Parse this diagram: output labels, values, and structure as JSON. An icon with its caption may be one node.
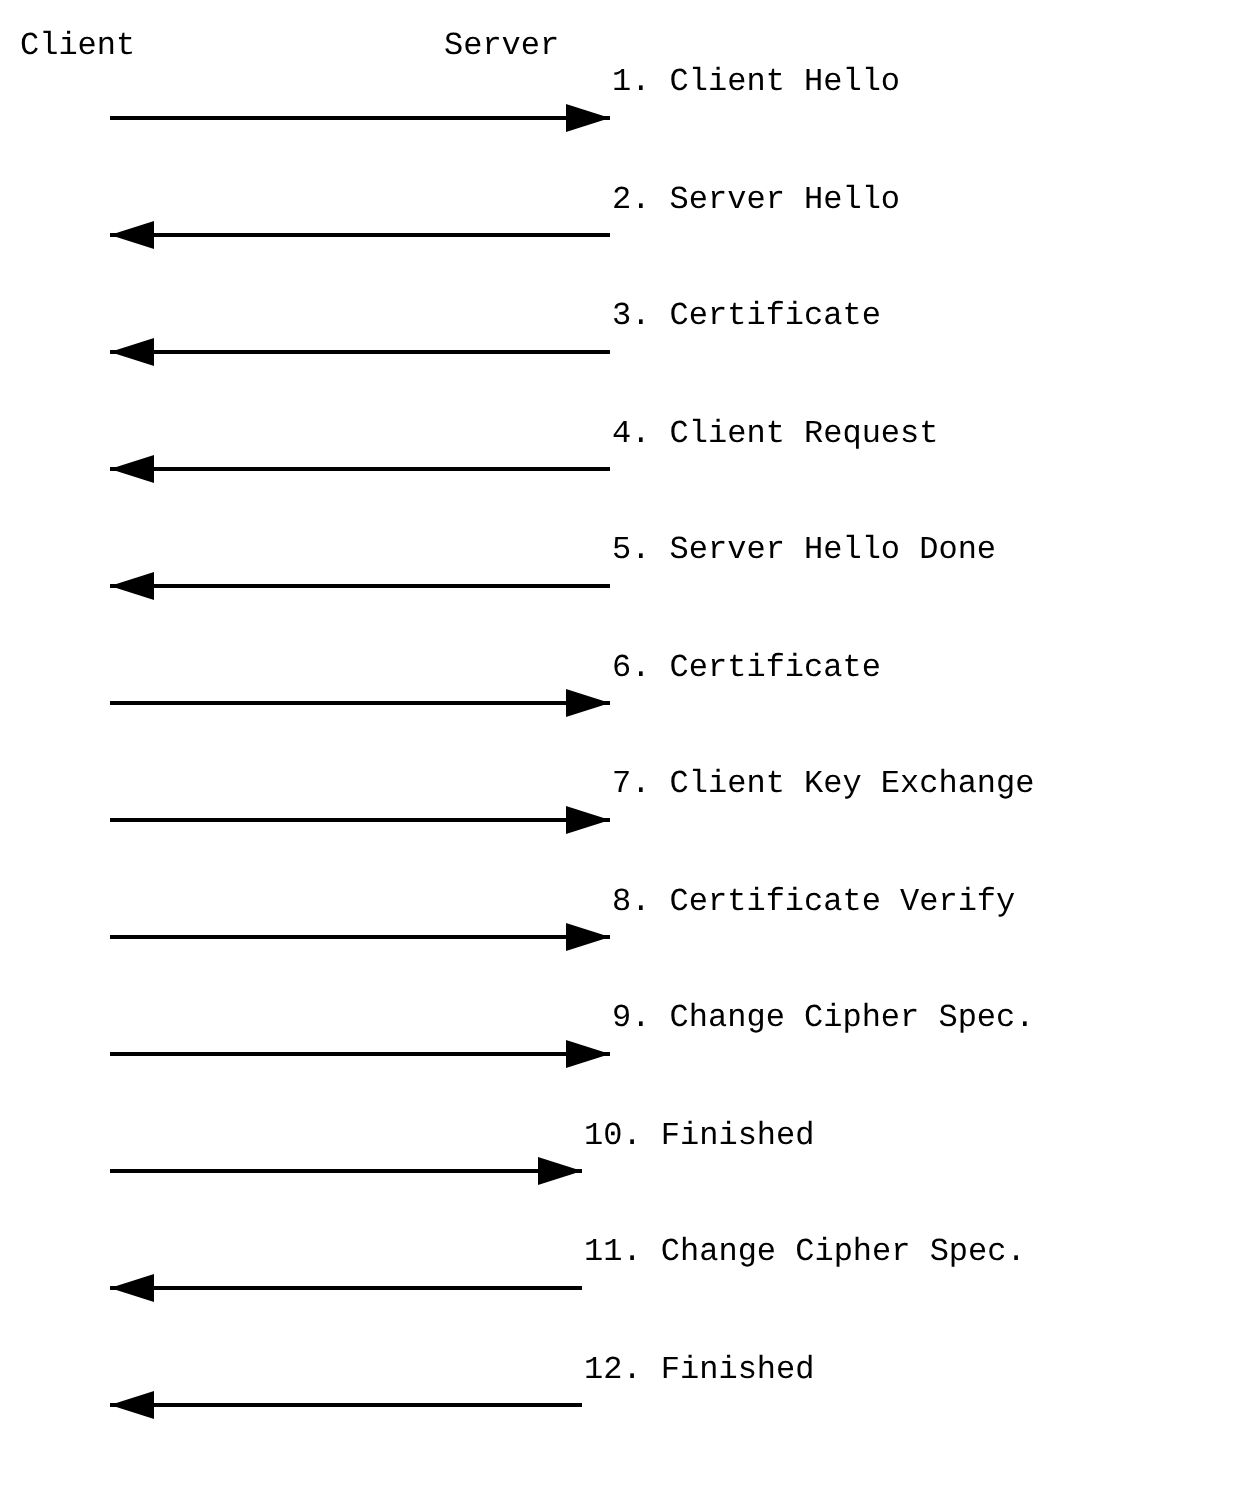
{
  "diagram": {
    "nodes": [
      {
        "text": [
          "Client"
        ]
      },
      {
        "text": [
          "Server"
        ]
      },
      {
        "text": [
          "1. Client Hello"
        ]
      },
      {
        "text": [
          "2. Server Hello"
        ]
      },
      {
        "text": [
          "3. Certificate"
        ]
      },
      {
        "text": [
          "4. Client Request"
        ]
      },
      {
        "text": [
          "5. Server Hello Done"
        ]
      },
      {
        "text": [
          "6. Certificate"
        ]
      },
      {
        "text": [
          "7. Client Key Exchange"
        ]
      },
      {
        "text": [
          "8. Certificate Verify"
        ]
      },
      {
        "text": [
          "9. Change Cipher Spec."
        ]
      },
      {
        "text": [
          "10. Finished"
        ]
      },
      {
        "text": [
          "11. Change Cipher Spec."
        ]
      },
      {
        "text": [
          "12. Finished"
        ]
      }
    ],
    "edges": [
      {
        "from": null,
        "to": 2,
        "arrow": "to"
      },
      {
        "from": 3,
        "to": null,
        "arrow": "to"
      },
      {
        "from": 4,
        "to": null,
        "arrow": "to"
      },
      {
        "from": 5,
        "to": null,
        "arrow": "to"
      },
      {
        "from": 6,
        "to": null,
        "arrow": "to"
      },
      {
        "from": null,
        "to": 7,
        "arrow": "to"
      },
      {
        "from": null,
        "to": 8,
        "arrow": "to"
      },
      {
        "from": null,
        "to": 9,
        "arrow": "to"
      },
      {
        "from": null,
        "to": 10,
        "arrow": "to"
      },
      {
        "from": null,
        "to": 11,
        "arrow": "to"
      },
      {
        "from": 12,
        "to": null,
        "arrow": "to"
      },
      {
        "from": 13,
        "to": null,
        "arrow": "to"
      }
    ]
  }
}
